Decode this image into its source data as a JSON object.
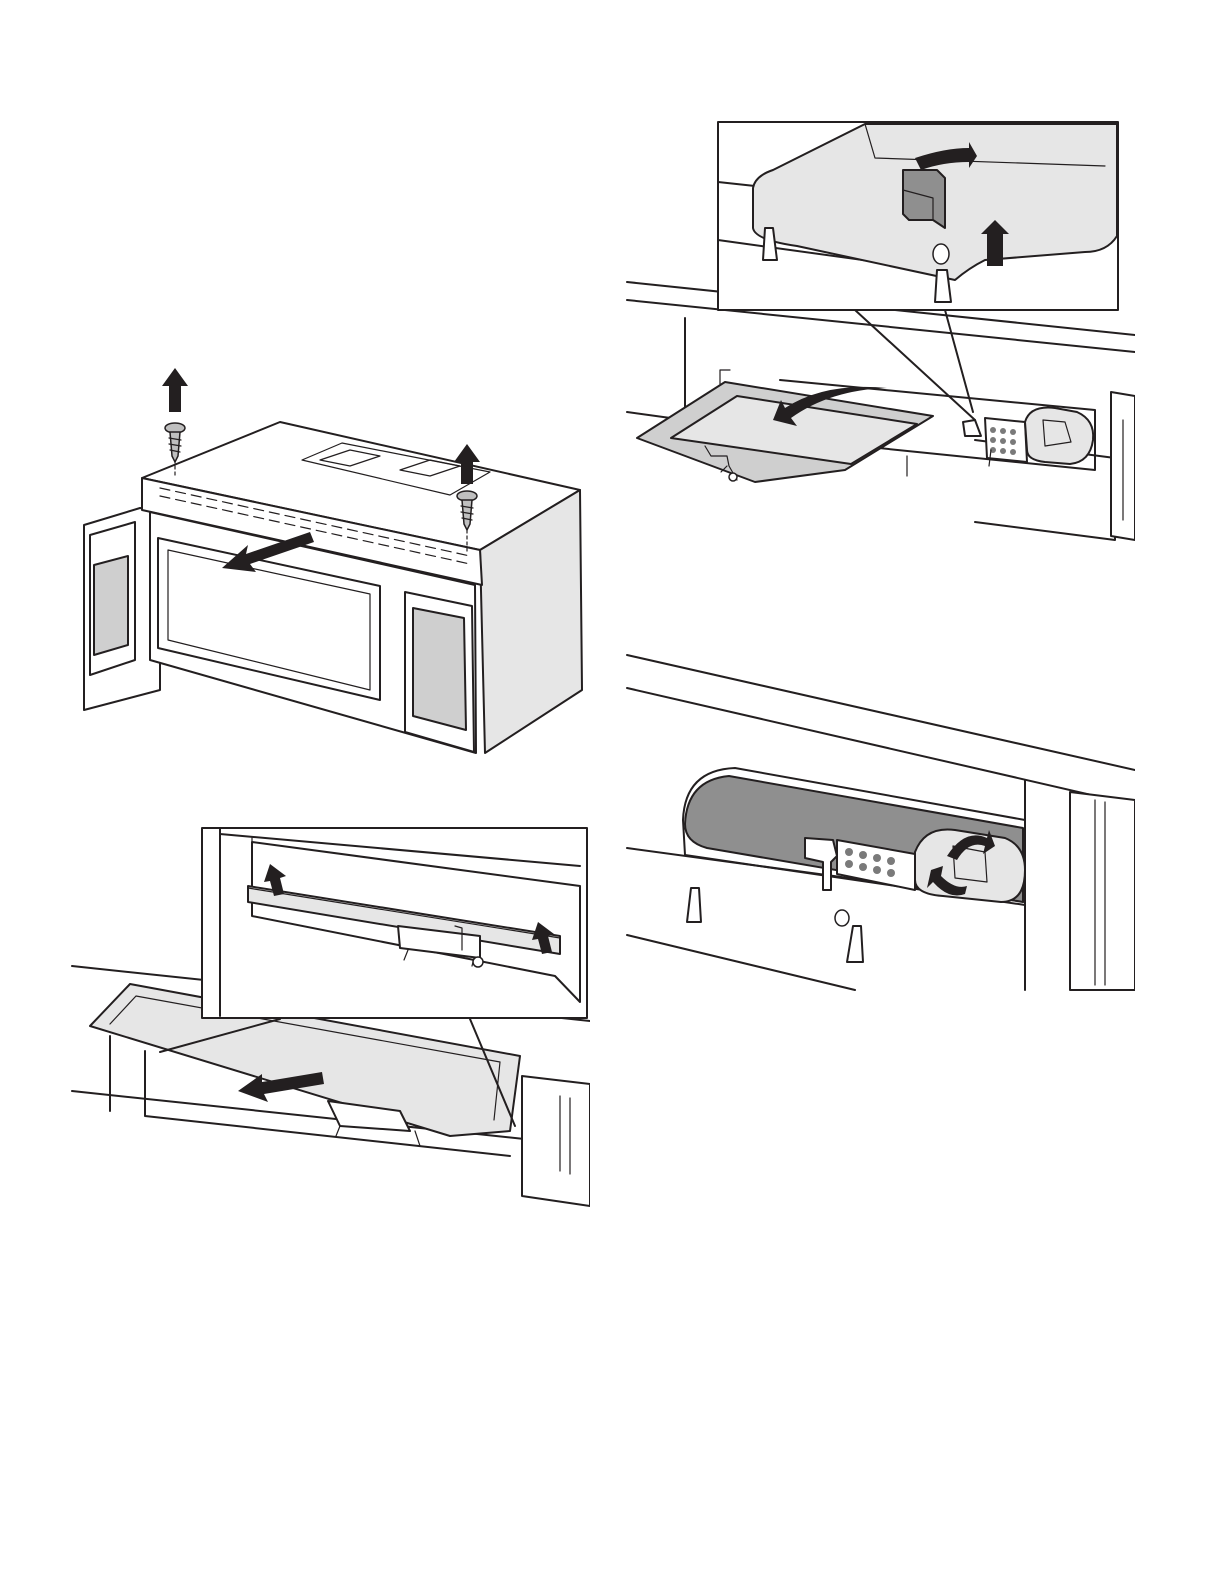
{
  "page": {
    "background": "#ffffff",
    "line_color": "#231f20",
    "panel_gray": "#cfcfcf",
    "dark_gray": "#8f8f8f"
  },
  "figures": [
    {
      "id": "remove-vent-grille-screws",
      "icons": [
        "up-arrow-icon",
        "screw-icon",
        "pull-forward-arrow-icon"
      ]
    },
    {
      "id": "lower-vent-grille",
      "icons": [
        "up-arrow-icon",
        "pull-forward-arrow-icon"
      ]
    },
    {
      "id": "open-light-cover",
      "icons": [
        "curved-arrow-icon",
        "up-arrow-icon"
      ]
    },
    {
      "id": "replace-light-bulb",
      "icons": [
        "rotate-arrow-icon"
      ]
    }
  ]
}
